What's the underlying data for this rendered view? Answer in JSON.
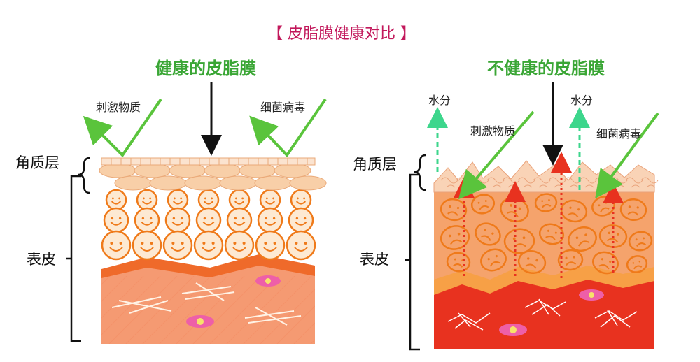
{
  "title": "【 皮脂膜健康对比 】",
  "healthy": {
    "heading": "健康的皮脂膜",
    "stimulus_label": "刺激物质",
    "bacteria_label": "细菌病毒",
    "stratum_corneum_label": "角质层",
    "epidermis_label": "表皮"
  },
  "unhealthy": {
    "heading": "不健康的皮脂膜",
    "water_label_left": "水分",
    "water_label_right": "水分",
    "stimulus_label": "刺激物质",
    "bacteria_label": "细菌病毒",
    "stratum_corneum_label": "角质层",
    "epidermis_label": "表皮"
  },
  "colors": {
    "title": "#c2185b",
    "heading": "#3aa635",
    "check_arrow": "#5ac43c",
    "water_arrow": "#3dd68c",
    "cell_outline": "#ef7a1a",
    "healthy_cell_fill": "#fde9d2",
    "healthy_dermis": "#f59a72",
    "unhealthy_layer": "#f5a36c",
    "unhealthy_dermis": "#e8321f",
    "vessel": "#ee5fa8",
    "nucleus": "#f7e26b"
  }
}
